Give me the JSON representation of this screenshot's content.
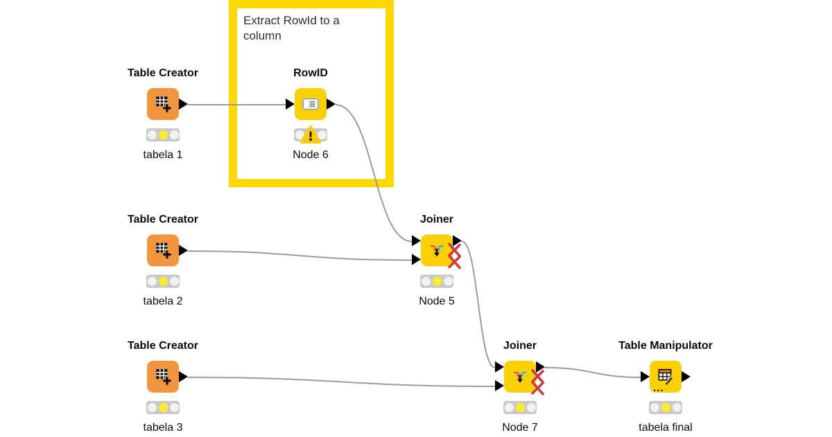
{
  "canvas": {
    "background": "#ffffff"
  },
  "annotation": {
    "text": "Extract RowId to a column",
    "border_color": "#FFD800",
    "fill": "#ffffff"
  },
  "colors": {
    "node_orange": "#F2953F",
    "node_yellow": "#FCD008",
    "wire": "#9B9B9B",
    "port": "#000000",
    "inactive_port_x": "#CE3A3F",
    "status_background": "#C9C9C9",
    "status_off": "#F2F2F2",
    "status_on_yellow": "#FDEB2F",
    "warning_triangle": "#FCCB0D"
  },
  "nodes": [
    {
      "type": "Table Creator",
      "label": "tabela 1",
      "icon": "table-creator-icon",
      "status": "configured"
    },
    {
      "type": "RowID",
      "label": "Node 6",
      "icon": "rowid-icon",
      "status": "configured-warning"
    },
    {
      "type": "Table Creator",
      "label": "tabela 2",
      "icon": "table-creator-icon",
      "status": "configured"
    },
    {
      "type": "Joiner",
      "label": "Node 5",
      "icon": "joiner-icon",
      "status": "configured",
      "inactive_output_ports": 2
    },
    {
      "type": "Table Creator",
      "label": "tabela 3",
      "icon": "table-creator-icon",
      "status": "configured"
    },
    {
      "type": "Joiner",
      "label": "Node 7",
      "icon": "joiner-icon",
      "status": "configured",
      "inactive_output_ports": 2
    },
    {
      "type": "Table Manipulator",
      "label": "tabela final",
      "icon": "table-manipulator-icon",
      "status": "configured",
      "dynamic_ports_dots": "..."
    }
  ],
  "connections": [
    {
      "from": "tabela 1",
      "to": "Node 6"
    },
    {
      "from": "Node 6",
      "to": "Node 5 input 1"
    },
    {
      "from": "tabela 2",
      "to": "Node 5 input 2"
    },
    {
      "from": "Node 5",
      "to": "Node 7 input 1"
    },
    {
      "from": "tabela 3",
      "to": "Node 7 input 2"
    },
    {
      "from": "Node 7",
      "to": "tabela final"
    }
  ]
}
